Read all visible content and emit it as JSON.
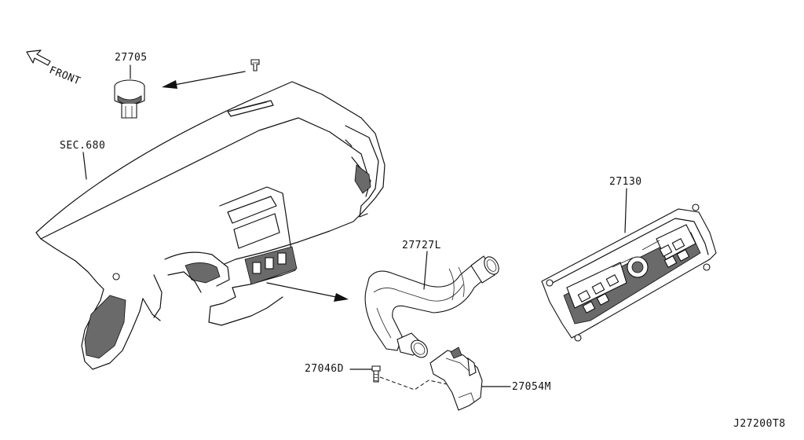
{
  "diagram": {
    "front_label": "FRONT",
    "labels": {
      "p27705": "27705",
      "sec680": "SEC.680",
      "p27727L": "27727L",
      "p27130": "27130",
      "p27046D": "27046D",
      "p27054M": "27054M",
      "ref": "J27200T8"
    }
  }
}
